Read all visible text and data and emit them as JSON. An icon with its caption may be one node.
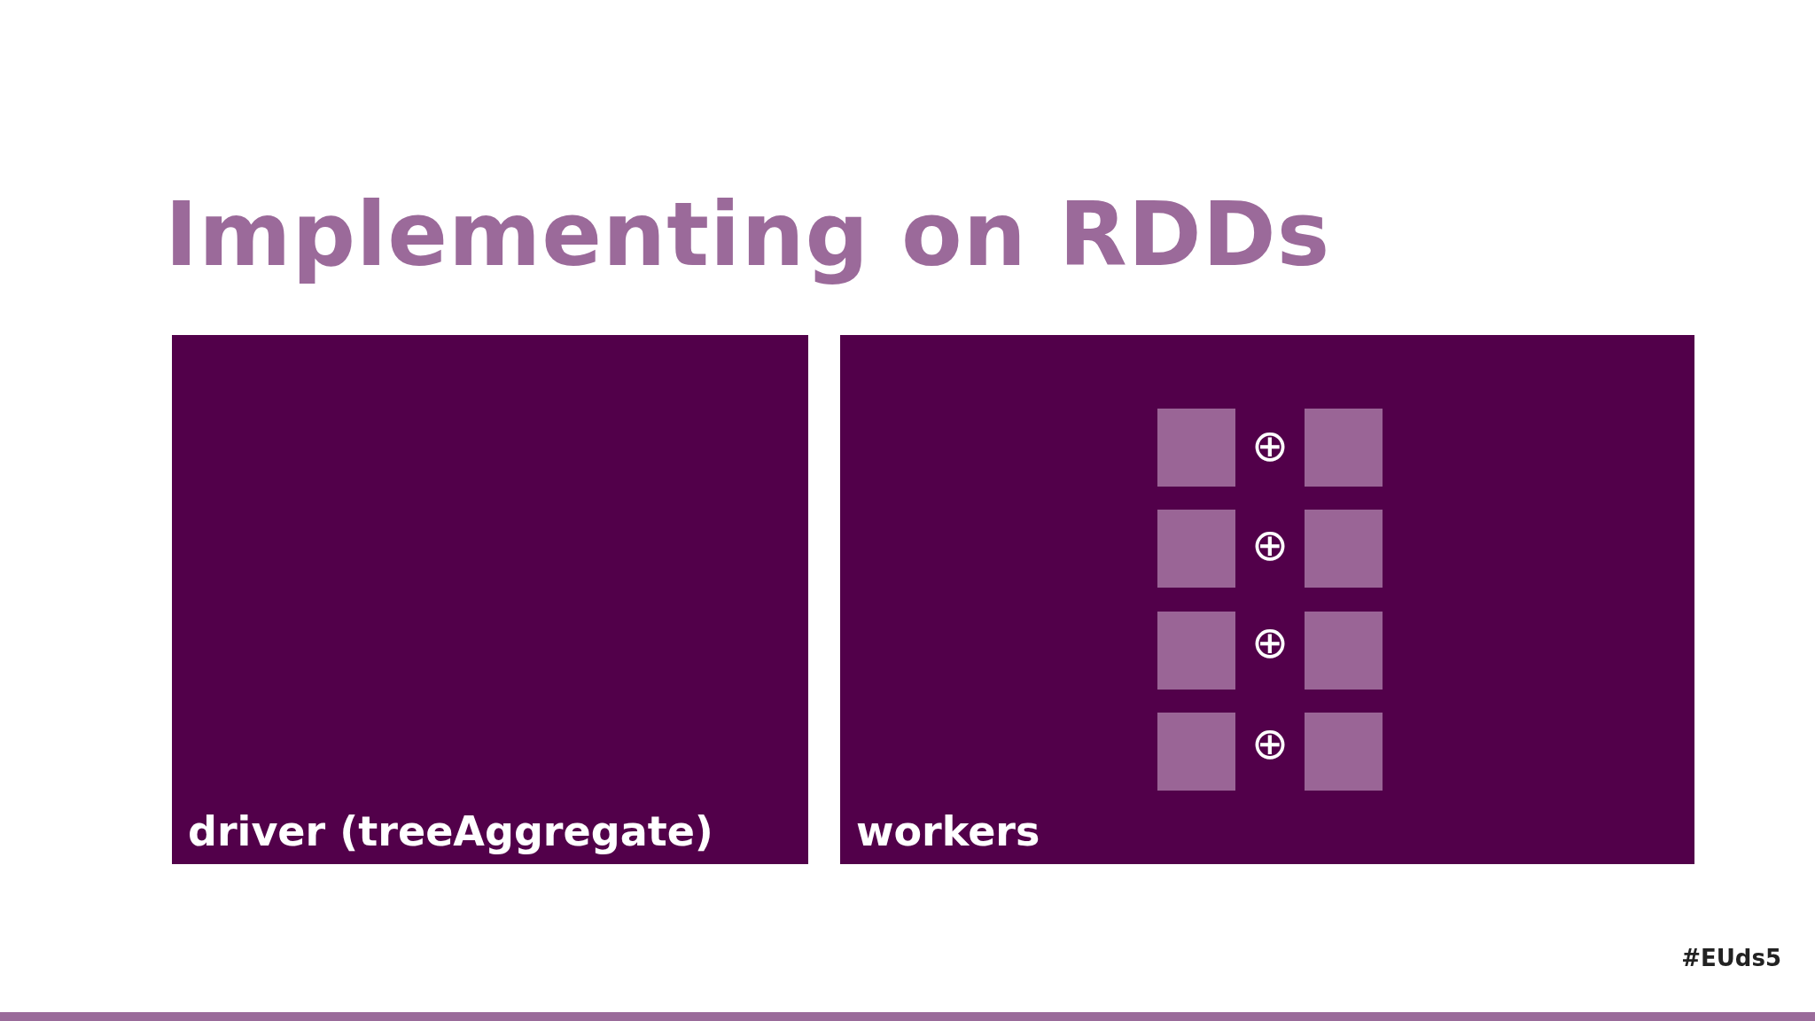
{
  "diagram": {
    "title": "Implementing on RDDs",
    "nodes": [
      {
        "text": [
          "driver (treeAggregate)"
        ]
      },
      {
        "text": [
          "workers"
        ]
      },
      {
        "text": [],
        "shape": "box",
        "in": 1
      },
      {
        "text": [
          "⊕"
        ],
        "in": 1
      },
      {
        "text": [],
        "shape": "box",
        "in": 1
      },
      {
        "text": [],
        "shape": "box",
        "in": 1
      },
      {
        "text": [
          "⊕"
        ],
        "in": 1
      },
      {
        "text": [],
        "shape": "box",
        "in": 1
      },
      {
        "text": [],
        "shape": "box",
        "in": 1
      },
      {
        "text": [
          "⊕"
        ],
        "in": 1
      },
      {
        "text": [],
        "shape": "box",
        "in": 1
      },
      {
        "text": [],
        "shape": "box",
        "in": 1
      },
      {
        "text": [
          "⊕"
        ],
        "in": 1
      },
      {
        "text": [],
        "shape": "box",
        "in": 1
      }
    ],
    "labels": [
      "#EUds5"
    ]
  }
}
